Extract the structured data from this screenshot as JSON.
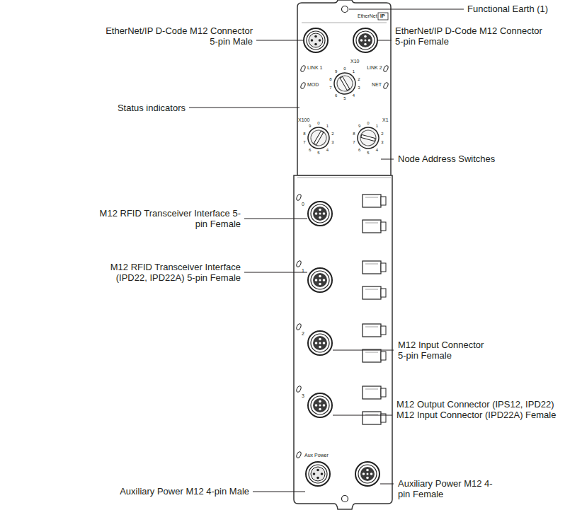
{
  "diagram": {
    "labels": [
      "Functional Earth (1)",
      "EtherNet/IP D-Code M12 Connector 5-pin Male",
      "EtherNet/IP D-Code M12 Connector 5-pin Female",
      "Status indicators",
      "Node Address Switches",
      "M12 RFID Transceiver Interface 5-pin Female",
      "M12 RFID Transceiver Interface (IPD22, IPD22A) 5-pin Female",
      "M12 Input Connector 5-pin Female",
      "M12 Output Connector (IPS12, IPD22) M12 Input Connector (IPD22A) Female",
      "Auxiliary Power M12 4-pin Male",
      "Auxiliary Power M12 4-pin Female",
      "EtherNet",
      "IP",
      "LINK 1",
      "MOD",
      "LINK 2",
      "NET",
      "X10",
      "X100",
      "X1",
      "0",
      "1",
      "2",
      "3",
      "Aux Power",
      "0",
      "1",
      "2",
      "3",
      "4",
      "5",
      "6",
      "7",
      "8",
      "9",
      "0",
      "1",
      "2",
      "3",
      "4",
      "5",
      "6",
      "7",
      "8",
      "9",
      "0",
      "1",
      "2",
      "3",
      "4",
      "5",
      "6",
      "7",
      "8",
      "9"
    ]
  }
}
